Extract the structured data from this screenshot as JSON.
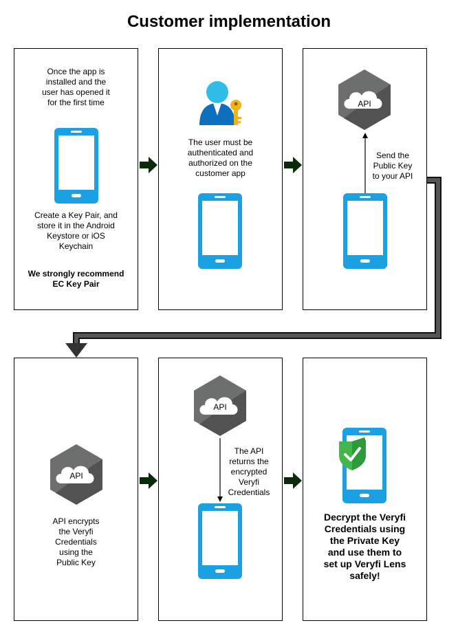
{
  "title": "Customer implementation",
  "colors": {
    "phone": "#1ba1e2",
    "hex_dark": "#525252",
    "hex_light": "#6d6e6e",
    "user_body": "#0d6fbd",
    "key": "#f2b318",
    "shield": "#43b649",
    "flow_arrow": "#0a2a0a",
    "connector": "#333333"
  },
  "panels": [
    {
      "intro_text": [
        "Once the app is",
        "installed and the",
        "user has opened it",
        "for the first time"
      ],
      "phone_icon": "mobile-phone-icon",
      "body_text": [
        "Create a Key Pair, and",
        "store it in the Android",
        "Keystore or iOS",
        "Keychain"
      ],
      "note_text": [
        "We strongly recommend",
        "EC Key Pair"
      ]
    },
    {
      "user_icon": "user-with-key-icon",
      "body_text": [
        "The user must be",
        "authenticated and",
        "authorized on the",
        "customer app"
      ],
      "phone_icon": "mobile-phone-icon"
    },
    {
      "api_icon": "api-cloud-hexagon-icon",
      "api_label": "API",
      "arrow_text": [
        "Send the",
        "Public Key",
        "to your API"
      ],
      "phone_icon": "mobile-phone-icon"
    },
    {
      "api_icon": "api-cloud-hexagon-icon",
      "api_label": "API",
      "body_text": [
        "API encrypts",
        "the Veryfi",
        "Credentials",
        "using the",
        "Public Key"
      ]
    },
    {
      "api_icon": "api-cloud-hexagon-icon",
      "api_label": "API",
      "arrow_text": [
        "The API",
        "returns the",
        "encrypted",
        "Veryfi",
        "Credentials"
      ],
      "phone_icon": "mobile-phone-icon"
    },
    {
      "phone_icon": "mobile-phone-with-shield-icon",
      "body_text": [
        "Decrypt the Veryfi",
        "Credentials using",
        "the Private Key",
        "and use them to",
        "set up Veryfi Lens",
        "safely!"
      ]
    }
  ]
}
